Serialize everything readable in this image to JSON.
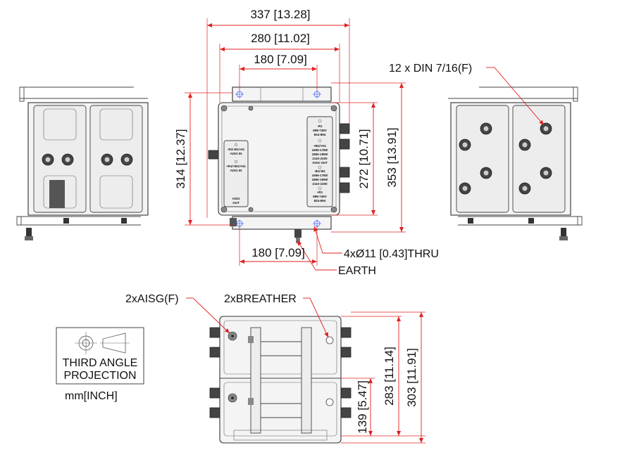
{
  "dimensions": {
    "overall_width": "337 [13.28]",
    "mid_width": "280 [11.02]",
    "top_hole_spacing": "180 [7.09]",
    "bottom_hole_spacing": "180 [7.09]",
    "body_height": "314 [12.37]",
    "inner_height": "272 [10.71]",
    "overall_height": "353 [13.91]",
    "top_view_depth": "283 [11.14]",
    "top_view_overall": "303 [11.91]",
    "top_view_half": "139 [5.47]"
  },
  "callouts": {
    "din": "12 x DIN 7/16(F)",
    "holes": "4xØ11 [0.43]THRU",
    "earth": "EARTH",
    "aisg": "2xAISG(F)",
    "breather": "2xBREATHER"
  },
  "projection": {
    "line1": "THIRD ANGLE",
    "line2": "PROJECTION",
    "units": "mm[INCH]"
  },
  "panel_labels": {
    "p1_title": "-R1",
    "p1_a": "698-746V",
    "p1_b": "824-894",
    "p2_title": "+B1/+H1",
    "p2_a": "1695-1780/",
    "p2_b": "1850-1990/",
    "p2_c": "2110-2200",
    "p2_d": "AISG OUT",
    "p3_title": "-B1/-B1",
    "p3_a": "1695-1780/",
    "p3_b": "1850-1990/",
    "p3_c": "2110-2200",
    "p4_title": "+R1",
    "p4_a": "698-746V",
    "p4_b": "824-894",
    "l1": "-R1/-B1/-H1",
    "l1b": "AISG IN",
    "l2": "+R1/+B1/+H1",
    "l2b": "AISG IN",
    "l3": "AISG",
    "l3b": "OUT"
  }
}
